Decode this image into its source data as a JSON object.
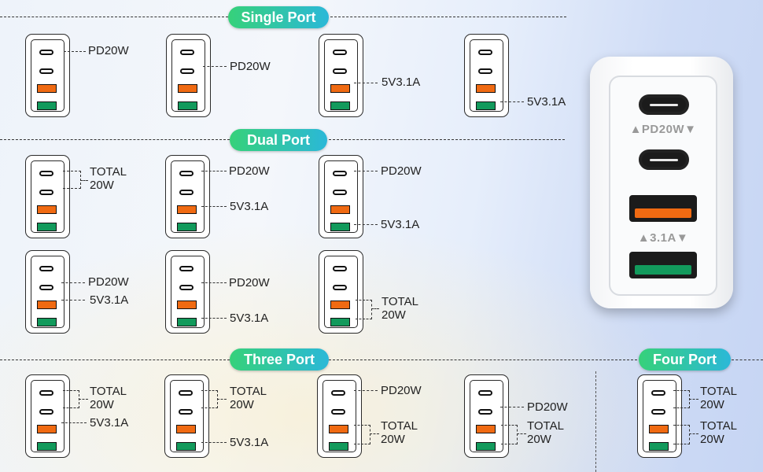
{
  "sections": {
    "single": "Single Port",
    "dual": "Dual Port",
    "three": "Three Port",
    "four": "Four Port"
  },
  "labels": {
    "pd20w": "PD20W",
    "v31a": "5V3.1A",
    "total": "TOTAL",
    "w20": "20W"
  },
  "charger": {
    "pd_label": "▲PD20W▼",
    "a_label": "▲3.1A▼"
  },
  "colors": {
    "orange_port": "#f06a12",
    "green_port": "#129a5c",
    "pill_start": "#36d17a",
    "pill_end": "#2bb8d8"
  }
}
